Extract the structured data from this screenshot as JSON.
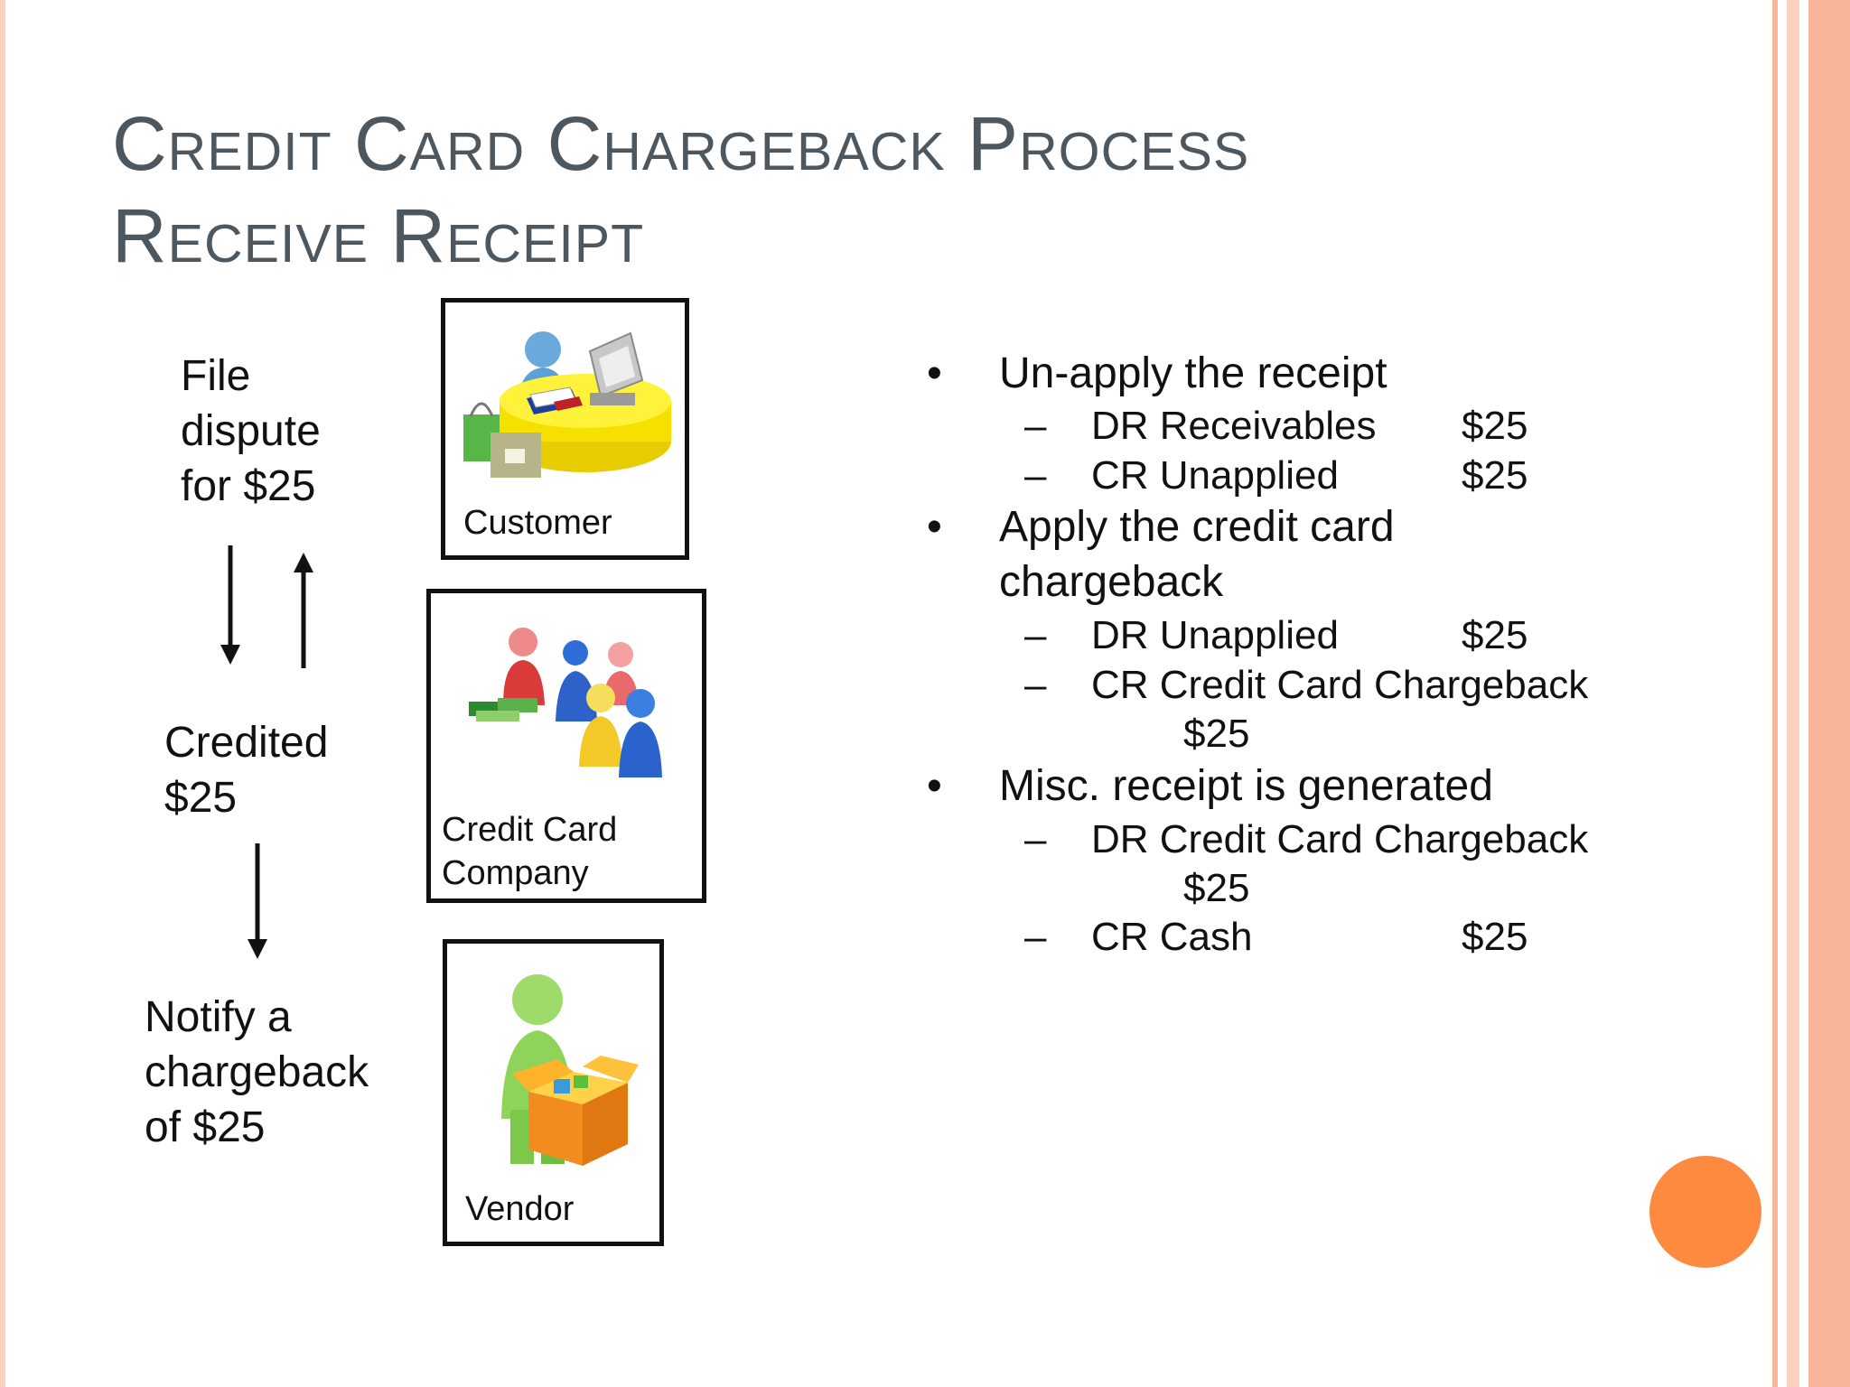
{
  "colors": {
    "title": "#4d5760",
    "accent_dot": "#fd8a3f",
    "border_stripe": "#f9b59a"
  },
  "title": {
    "line1": "Credit Card Chargeback Process",
    "line2": "Receive Receipt"
  },
  "flow": {
    "step1": [
      "File",
      "dispute",
      "for $25"
    ],
    "step2": [
      "Credited",
      "$25"
    ],
    "step3": [
      "Notify a",
      "chargeback",
      "of $25"
    ]
  },
  "entities": {
    "customer": {
      "label": [
        "Customer"
      ],
      "icon": "customer-at-desk-icon"
    },
    "company": {
      "label": [
        "Credit Card",
        "Company"
      ],
      "icon": "group-of-people-with-money-icon"
    },
    "vendor": {
      "label": [
        "Vendor"
      ],
      "icon": "person-with-box-icon"
    }
  },
  "bullet_marker": "•",
  "dash_marker": "–",
  "journal": [
    {
      "heading": [
        "Un-apply the receipt"
      ],
      "entries": [
        {
          "text": "DR Receivables",
          "amount": "$25"
        },
        {
          "text": "CR Unapplied",
          "amount": "$25"
        }
      ]
    },
    {
      "heading": [
        "Apply the credit card",
        "chargeback"
      ],
      "entries": [
        {
          "text": "DR Unapplied",
          "amount": "$25"
        },
        {
          "text": "CR Credit Card Chargeback",
          "amount": "$25"
        }
      ]
    },
    {
      "heading": [
        "Misc. receipt is generated"
      ],
      "entries": [
        {
          "text": "DR Credit Card Chargeback",
          "amount": "$25"
        },
        {
          "text": "CR Cash",
          "amount": "$25"
        }
      ]
    }
  ]
}
